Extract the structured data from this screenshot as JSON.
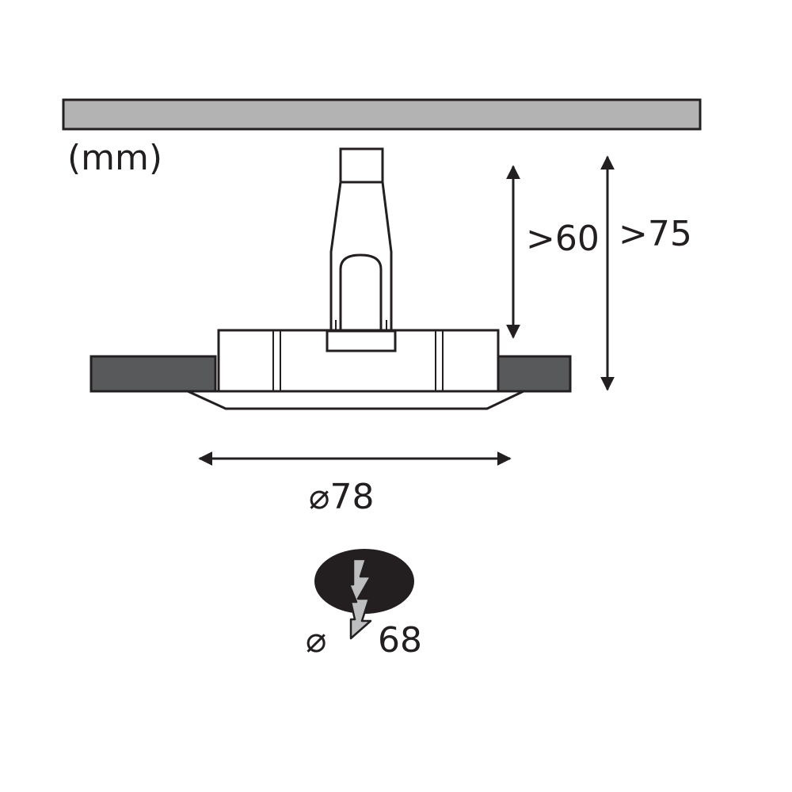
{
  "units_label": "(mm)",
  "dimensions": {
    "depth_min_label": ">60",
    "depth_total_label": ">75",
    "outer_diameter_label": "⌀78",
    "cutout_symbol": "⌀",
    "cutout_value": "68"
  },
  "colors": {
    "line": "#231f20",
    "ceiling_fill": "#b3b3b3",
    "ceiling_cut_fill": "#58595b",
    "body_fill": "#ffffff",
    "hole_fill": "#231f20",
    "bolt_fill": "#bcbec0"
  },
  "icons": {
    "hole_icon": "drill-hole-with-lightning-icon"
  }
}
